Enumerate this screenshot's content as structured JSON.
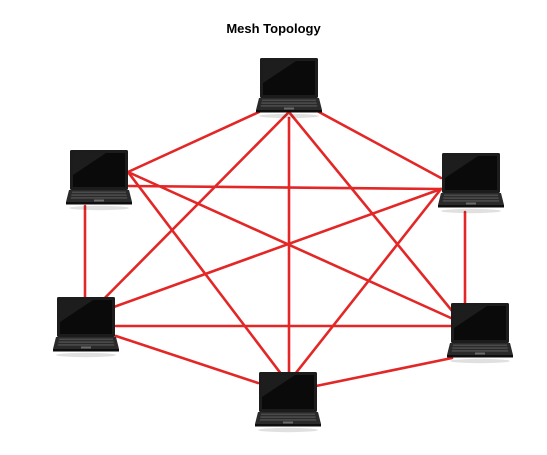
{
  "title": "Mesh Topology",
  "topology": "mesh",
  "colors": {
    "link": "#e32626",
    "background": "#ffffff",
    "laptop_body": "#1c1c1c",
    "laptop_screen": "#0a0a0a",
    "laptop_keyboard": "#2a2a2a"
  },
  "node_icon": "laptop-icon",
  "nodes": [
    {
      "id": "top"
    },
    {
      "id": "upper-left"
    },
    {
      "id": "upper-right"
    },
    {
      "id": "lower-left"
    },
    {
      "id": "lower-right"
    },
    {
      "id": "bottom"
    }
  ],
  "links": [
    [
      "top",
      "upper-left"
    ],
    [
      "top",
      "upper-right"
    ],
    [
      "top",
      "lower-left"
    ],
    [
      "top",
      "lower-right"
    ],
    [
      "top",
      "bottom"
    ],
    [
      "upper-left",
      "upper-right"
    ],
    [
      "upper-left",
      "lower-left"
    ],
    [
      "upper-left",
      "lower-right"
    ],
    [
      "upper-left",
      "bottom"
    ],
    [
      "upper-right",
      "lower-left"
    ],
    [
      "upper-right",
      "lower-right"
    ],
    [
      "upper-right",
      "bottom"
    ],
    [
      "lower-left",
      "lower-right"
    ],
    [
      "lower-left",
      "bottom"
    ],
    [
      "lower-right",
      "bottom"
    ]
  ]
}
